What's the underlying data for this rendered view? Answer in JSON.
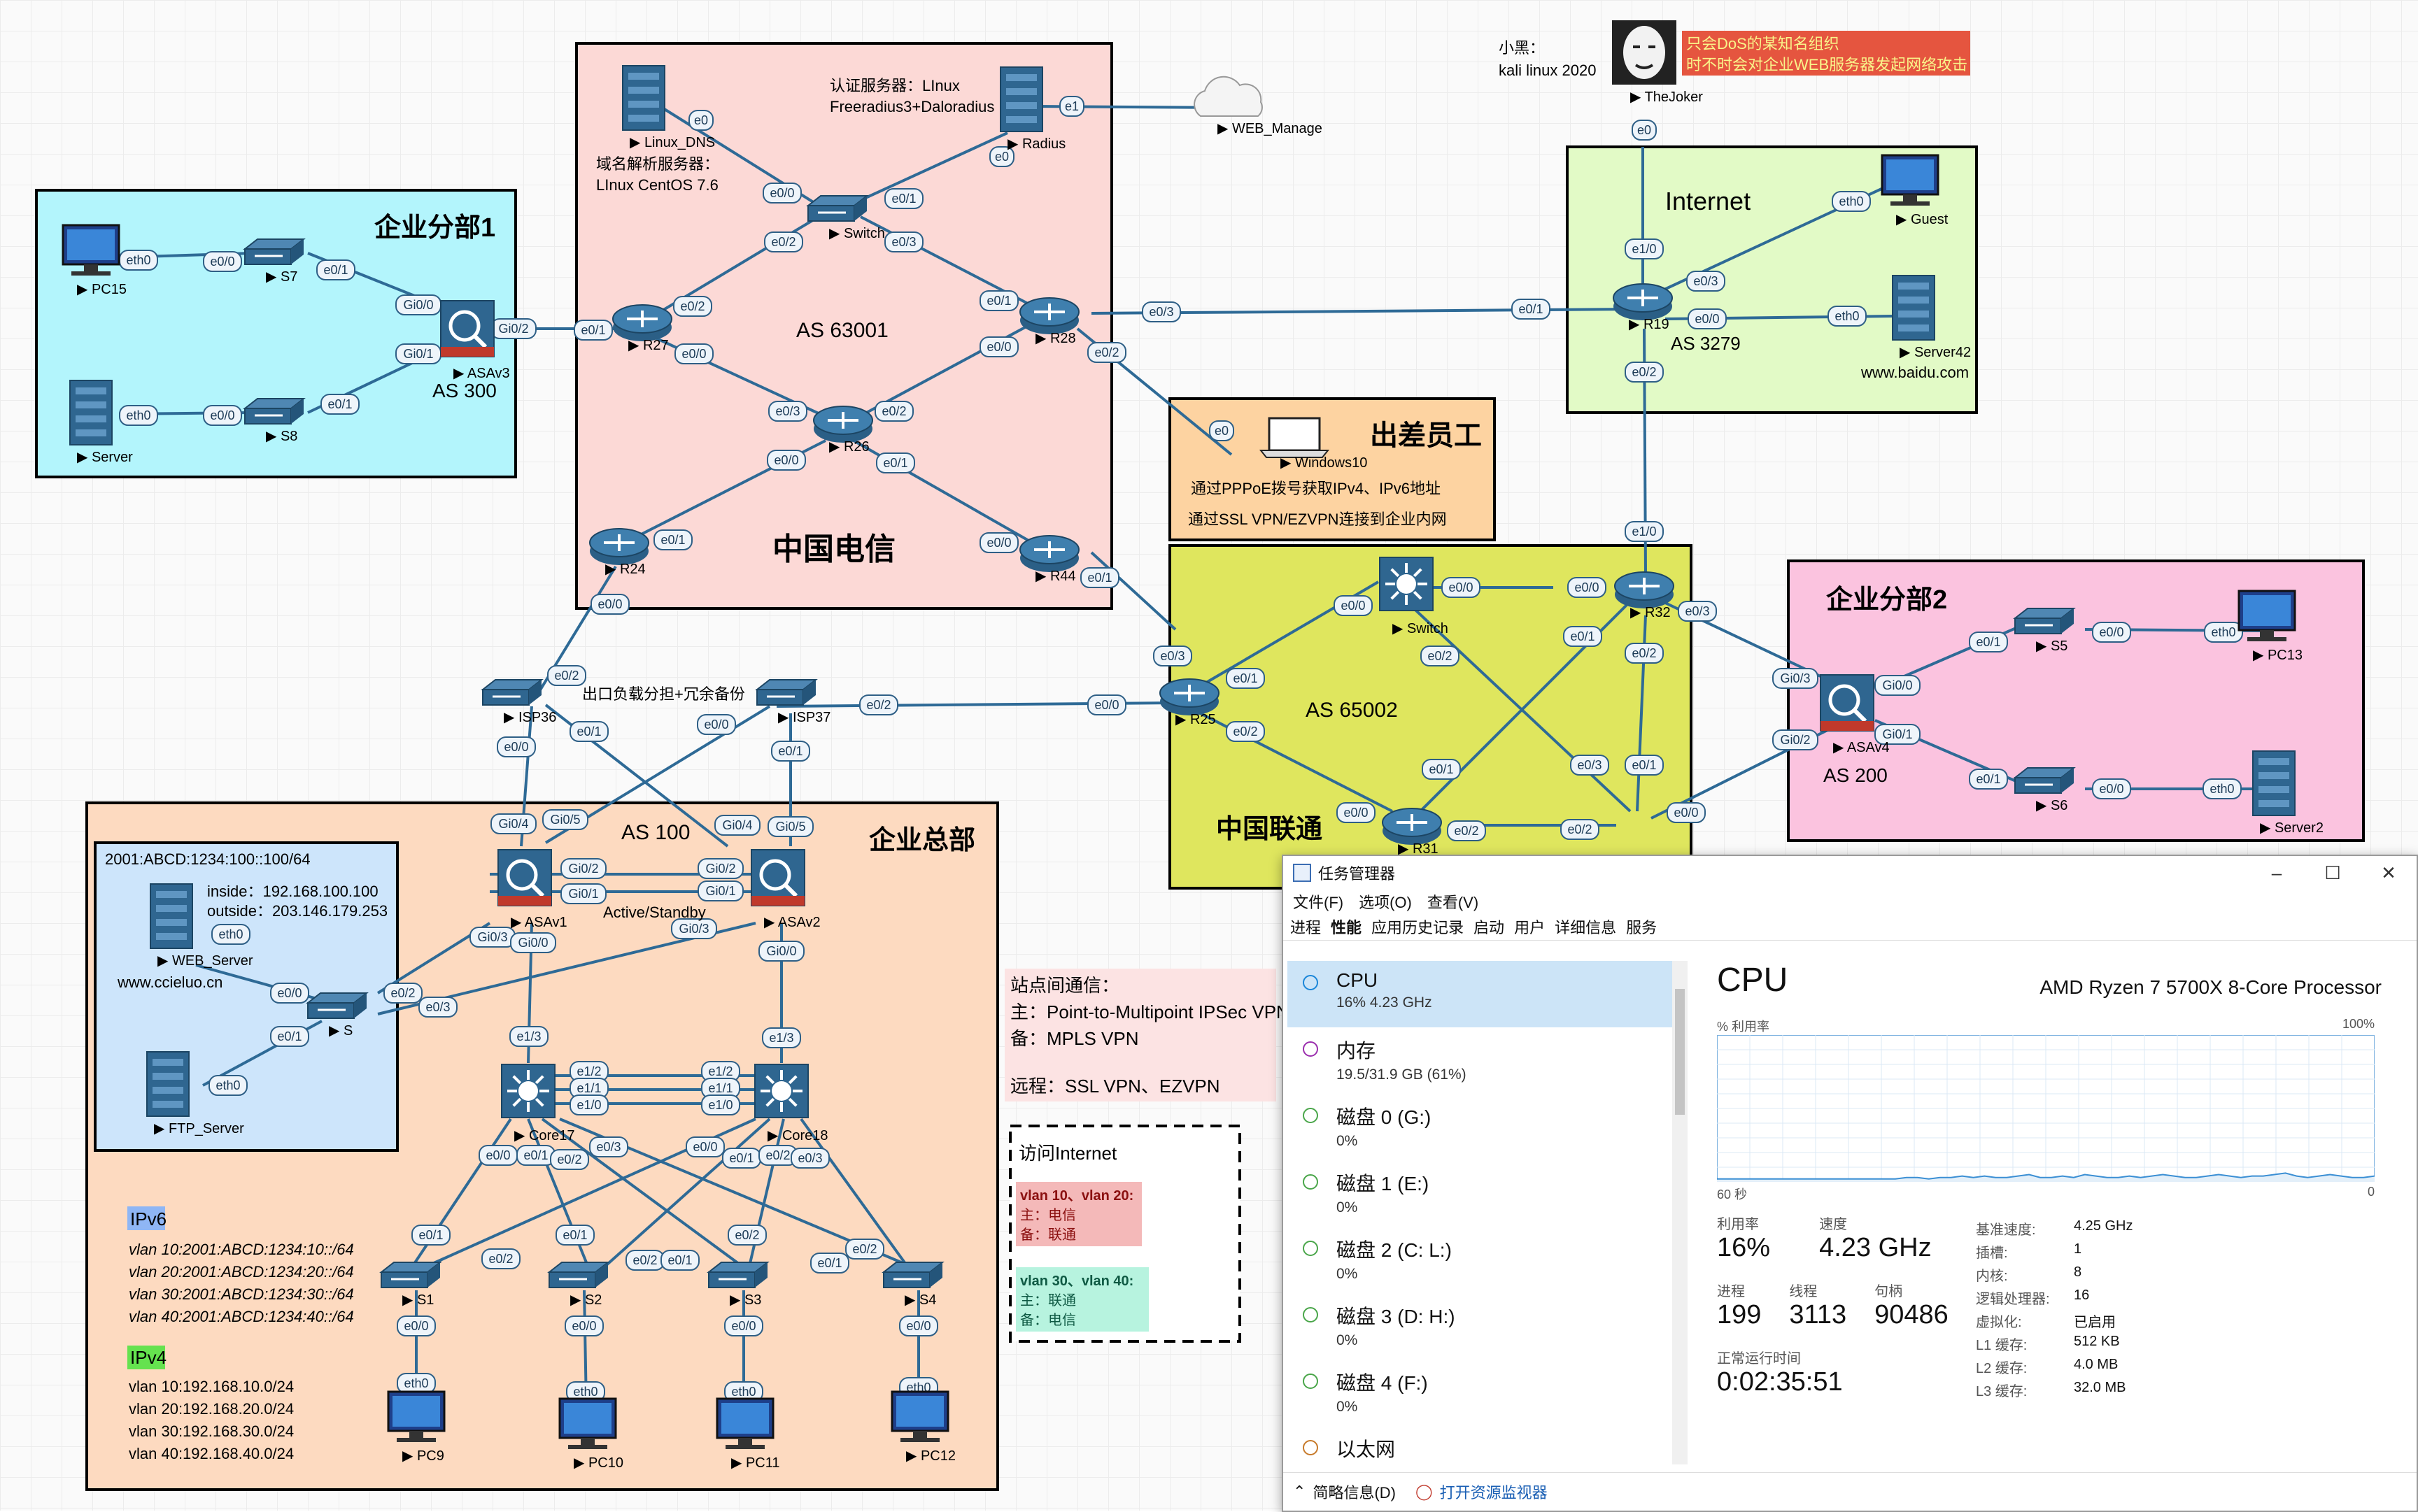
{
  "zones": {
    "branch1": {
      "title": "企业分部1",
      "as": "AS 300",
      "color": "#b3f5fc"
    },
    "telecom": {
      "title": "中国电信",
      "as": "AS 63001",
      "color": "#fcd9d6"
    },
    "internet": {
      "title": "Internet",
      "as": "AS 3279",
      "color": "#e2fac6"
    },
    "travel": {
      "title": "出差员工",
      "color": "#fdd3a1",
      "line1": "通过PPPoE拨号获取IPv4、IPv6地址",
      "line2": "通过SSL VPN/EZVPN连接到企业内网"
    },
    "unicom": {
      "title": "中国联通",
      "as": "AS 65002",
      "color": "#dfe65e"
    },
    "branch2": {
      "title": "企业分部2",
      "as": "AS 200",
      "color": "#fbc3df"
    },
    "hq": {
      "title": "企业总部",
      "as": "AS 100",
      "color": "#fddac0"
    },
    "dmz": {
      "prefix": "2001:ABCD:1234:100::100/64",
      "inside": "inside：192.168.100.100",
      "outside": "outside：203.146.179.253",
      "web_site": "www.ccieluo.cn",
      "color": "#cde5fb"
    }
  },
  "notes": {
    "linux_dns_desc1": "域名解析服务器：",
    "linux_dns_desc2": "LInux CentOS 7.6",
    "radius_desc1": "认证服务器：LInux",
    "radius_desc2": "Freeradius3+Daloradius",
    "hacker_desc1": "小黑：",
    "hacker_desc2": "kali linux 2020",
    "hacker_alert1": "只会DoS的某知名组织",
    "hacker_alert2": "时不时会对企业WEB服务器发起网络攻击",
    "isp_note": "出口负载分担+冗余备份",
    "ha_note": "Active/Standby",
    "baidu": "www.baidu.com",
    "site_title": "站点间通信：",
    "site_main": "主：Point-to-Multipoint IPSec VPN",
    "site_backup": "备：MPLS VPN",
    "remote": "远程：SSL VPN、EZVPN",
    "inet_title": "访问Internet",
    "inet_g1_t": "vlan 10、vlan 20:",
    "inet_g1_a": "主：电信",
    "inet_g1_b": "备：联通",
    "inet_g2_t": "vlan 30、vlan 40:",
    "inet_g2_a": "主：联通",
    "inet_g2_b": "备：电信",
    "ipv6_title": "IPv6",
    "ipv6": [
      "vlan 10:2001:ABCD:1234:10::/64",
      "vlan 20:2001:ABCD:1234:20::/64",
      "vlan 30:2001:ABCD:1234:30::/64",
      "vlan 40:2001:ABCD:1234:40::/64"
    ],
    "ipv4_title": "IPv4",
    "ipv4": [
      "vlan 10:192.168.10.0/24",
      "vlan 20:192.168.20.0/24",
      "vlan 30:192.168.30.0/24",
      "vlan 40:192.168.40.0/24"
    ]
  },
  "devices": {
    "pc15": "PC15",
    "s7": "S7",
    "server": "Server",
    "s8": "S8",
    "asav3": "ASAv3",
    "linux_dns": "Linux_DNS",
    "radius": "Radius",
    "web_manage": "WEB_Manage",
    "switch1": "Switch",
    "r27": "R27",
    "r28": "R28",
    "r26": "R26",
    "r24": "R24",
    "r44": "R44",
    "thejoker": "TheJoker",
    "guest": "Guest",
    "r19": "R19",
    "server42": "Server42",
    "windows10": "Windows10",
    "switch2": "Switch",
    "r32": "R32",
    "r25": "R25",
    "r31": "R31",
    "asav4": "ASAv4",
    "s5": "S5",
    "pc13": "PC13",
    "s6": "S6",
    "server2": "Server2",
    "isp36": "ISP36",
    "isp37": "ISP37",
    "asav1": "ASAv1",
    "asav2": "ASAv2",
    "web_server": "WEB_Server",
    "ftp_server": "FTP_Server",
    "s": "S",
    "core17": "Core17",
    "core18": "Core18",
    "s1": "S1",
    "s2": "S2",
    "s3": "S3",
    "s4": "S4",
    "pc9": "PC9",
    "pc10": "PC10",
    "pc11": "PC11",
    "pc12": "PC12"
  },
  "taskmgr": {
    "title": "任务管理器",
    "menu": [
      "文件(F)",
      "选项(O)",
      "查看(V)"
    ],
    "tabs": [
      "进程",
      "性能",
      "应用历史记录",
      "启动",
      "用户",
      "详细信息",
      "服务"
    ],
    "resources": [
      {
        "name": "CPU",
        "sub": "16%  4.23 GHz",
        "color": "#1a86d9"
      },
      {
        "name": "内存",
        "sub": "19.5/31.9 GB (61%)",
        "color": "#9b2fae"
      },
      {
        "name": "磁盘 0 (G:)",
        "sub": "0%",
        "color": "#4aa64a"
      },
      {
        "name": "磁盘 1 (E:)",
        "sub": "0%",
        "color": "#4aa64a"
      },
      {
        "name": "磁盘 2 (C: L:)",
        "sub": "0%",
        "color": "#4aa64a"
      },
      {
        "name": "磁盘 3 (D: H:)",
        "sub": "0%",
        "color": "#4aa64a"
      },
      {
        "name": "磁盘 4 (F:)",
        "sub": "0%",
        "color": "#4aa64a"
      },
      {
        "name": "以太网",
        "sub": "",
        "color": "#c77a2a"
      }
    ],
    "cpu_title": "CPU",
    "processor": "AMD Ryzen 7 5700X 8-Core Processor",
    "graph_label": "% 利用率",
    "graph_max": "100%",
    "graph_span": "60 秒",
    "graph_min": "0",
    "util_label": "利用率",
    "util": "16%",
    "speed_label": "速度",
    "speed": "4.23 GHz",
    "proc_label": "进程",
    "proc": "199",
    "thread_label": "线程",
    "thread": "3113",
    "handle_label": "句柄",
    "handle": "90486",
    "uptime_label": "正常运行时间",
    "uptime": "0:02:35:51",
    "specs": [
      {
        "k": "基准速度:",
        "v": "4.25 GHz"
      },
      {
        "k": "插槽:",
        "v": "1"
      },
      {
        "k": "内核:",
        "v": "8"
      },
      {
        "k": "逻辑处理器:",
        "v": "16"
      },
      {
        "k": "虚拟化:",
        "v": "已启用"
      },
      {
        "k": "L1 缓存:",
        "v": "512 KB"
      },
      {
        "k": "L2 缓存:",
        "v": "4.0 MB"
      },
      {
        "k": "L3 缓存:",
        "v": "32.0 MB"
      }
    ],
    "cpu_history": [
      2,
      2,
      2,
      2,
      2,
      2,
      2,
      2,
      2,
      2,
      2,
      2,
      2,
      2,
      2,
      2,
      2,
      3,
      3,
      2,
      3,
      3,
      4,
      3,
      4,
      3,
      3,
      4,
      5,
      3,
      3,
      4,
      3,
      5,
      4,
      3,
      3,
      4,
      3,
      4,
      5,
      4,
      3,
      3,
      4,
      5,
      4,
      3,
      4,
      4,
      5,
      6,
      4,
      3,
      4,
      5,
      4,
      3,
      3,
      4
    ],
    "brief": "简略信息(D)",
    "open_monitor": "打开资源监视器"
  }
}
